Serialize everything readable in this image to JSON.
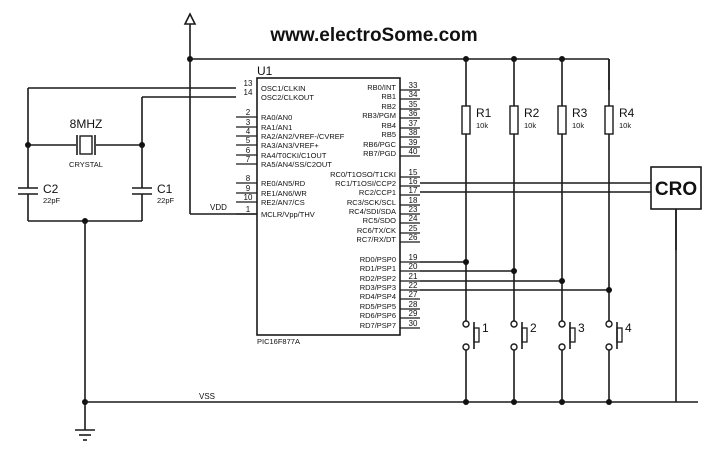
{
  "title": "www.electroSome.com",
  "ic": {
    "ref": "U1",
    "part": "PIC16F877A",
    "left_pins": [
      {
        "num": "13",
        "name": "OSC1/CLKIN"
      },
      {
        "num": "14",
        "name": "OSC2/CLKOUT"
      },
      {
        "num": "2",
        "name": "RA0/AN0"
      },
      {
        "num": "3",
        "name": "RA1/AN1"
      },
      {
        "num": "4",
        "name": "RA2/AN2/VREF-/CVREF"
      },
      {
        "num": "5",
        "name": "RA3/AN3/VREF+"
      },
      {
        "num": "6",
        "name": "RA4/T0CKI/C1OUT"
      },
      {
        "num": "7",
        "name": "RA5/AN4/SS/C2OUT"
      },
      {
        "num": "8",
        "name": "RE0/AN5/RD"
      },
      {
        "num": "9",
        "name": "RE1/AN6/WR"
      },
      {
        "num": "10",
        "name": "RE2/AN7/CS"
      },
      {
        "num": "1",
        "name": "MCLR/Vpp/THV"
      }
    ],
    "right_pins": [
      {
        "num": "33",
        "name": "RB0/INT"
      },
      {
        "num": "34",
        "name": "RB1"
      },
      {
        "num": "35",
        "name": "RB2"
      },
      {
        "num": "36",
        "name": "RB3/PGM"
      },
      {
        "num": "37",
        "name": "RB4"
      },
      {
        "num": "38",
        "name": "RB5"
      },
      {
        "num": "39",
        "name": "RB6/PGC"
      },
      {
        "num": "40",
        "name": "RB7/PGD"
      },
      {
        "num": "15",
        "name": "RC0/T1OSO/T1CKI"
      },
      {
        "num": "16",
        "name": "RC1/T1OSI/CCP2"
      },
      {
        "num": "17",
        "name": "RC2/CCP1"
      },
      {
        "num": "18",
        "name": "RC3/SCK/SCL"
      },
      {
        "num": "23",
        "name": "RC4/SDI/SDA"
      },
      {
        "num": "24",
        "name": "RC5/SDO"
      },
      {
        "num": "25",
        "name": "RC6/TX/CK"
      },
      {
        "num": "26",
        "name": "RC7/RX/DT"
      },
      {
        "num": "19",
        "name": "RD0/PSP0"
      },
      {
        "num": "20",
        "name": "RD1/PSP1"
      },
      {
        "num": "21",
        "name": "RD2/PSP2"
      },
      {
        "num": "22",
        "name": "RD3/PSP3"
      },
      {
        "num": "27",
        "name": "RD4/PSP4"
      },
      {
        "num": "28",
        "name": "RD5/PSP5"
      },
      {
        "num": "29",
        "name": "RD6/PSP6"
      },
      {
        "num": "30",
        "name": "RD7/PSP7"
      }
    ]
  },
  "crystal": {
    "value": "8MHZ",
    "type": "CRYSTAL"
  },
  "capacitors": [
    {
      "ref": "C1",
      "value": "22pF"
    },
    {
      "ref": "C2",
      "value": "22pF"
    }
  ],
  "resistors": [
    {
      "ref": "R1",
      "value": "10k"
    },
    {
      "ref": "R2",
      "value": "10k"
    },
    {
      "ref": "R3",
      "value": "10k"
    },
    {
      "ref": "R4",
      "value": "10k"
    }
  ],
  "switches": [
    {
      "label": "1"
    },
    {
      "label": "2"
    },
    {
      "label": "3"
    },
    {
      "label": "4"
    }
  ],
  "nets": {
    "vdd": "VDD",
    "vss": "VSS"
  },
  "cro": {
    "label": "CRO"
  }
}
